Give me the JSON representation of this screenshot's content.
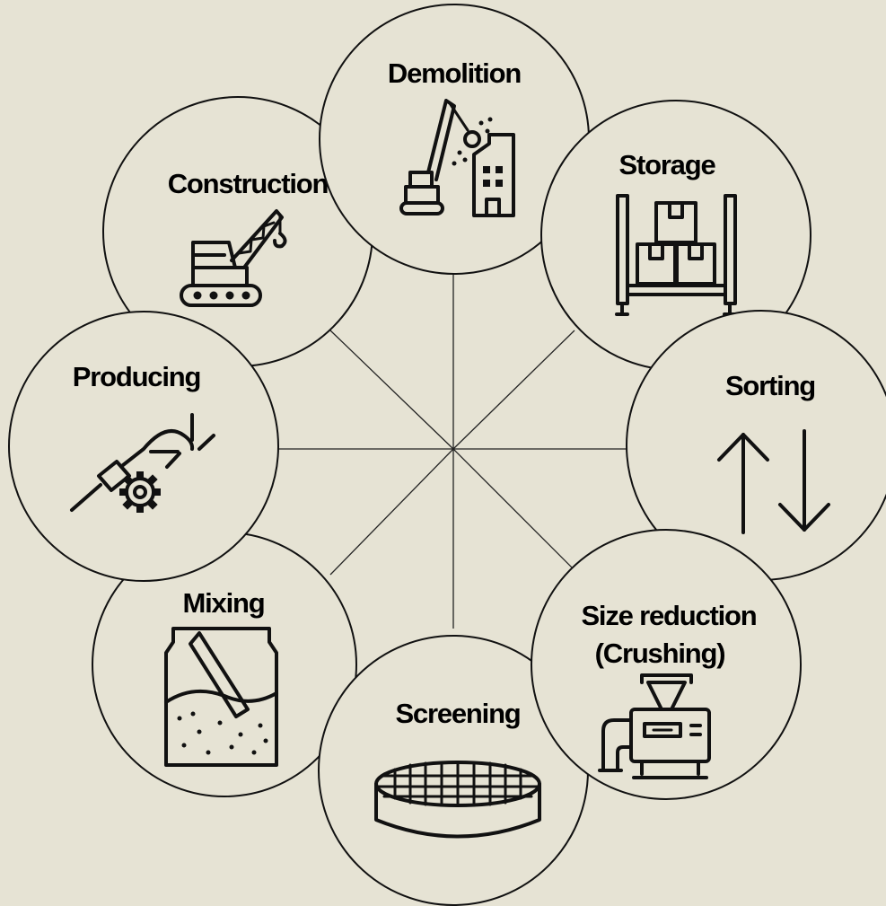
{
  "diagram": {
    "stages": [
      {
        "id": "demolition",
        "label": "Demolition",
        "icon": "demolition-crane-building-icon"
      },
      {
        "id": "storage",
        "label": "Storage",
        "icon": "warehouse-rack-boxes-icon"
      },
      {
        "id": "sorting",
        "label": "Sorting",
        "icon": "up-down-arrows-icon"
      },
      {
        "id": "size-reduction",
        "label": "Size reduction",
        "label_line2": "(Crushing)",
        "icon": "crusher-machine-icon"
      },
      {
        "id": "screening",
        "label": "Screening",
        "icon": "round-sieve-icon"
      },
      {
        "id": "mixing",
        "label": "Mixing",
        "icon": "mixing-tank-icon"
      },
      {
        "id": "producing",
        "label": "Producing",
        "icon": "production-gear-icon"
      },
      {
        "id": "construction",
        "label": "Construction",
        "icon": "crawler-crane-icon"
      }
    ]
  },
  "colors": {
    "background": "#e6e3d4",
    "stroke": "#111111"
  }
}
